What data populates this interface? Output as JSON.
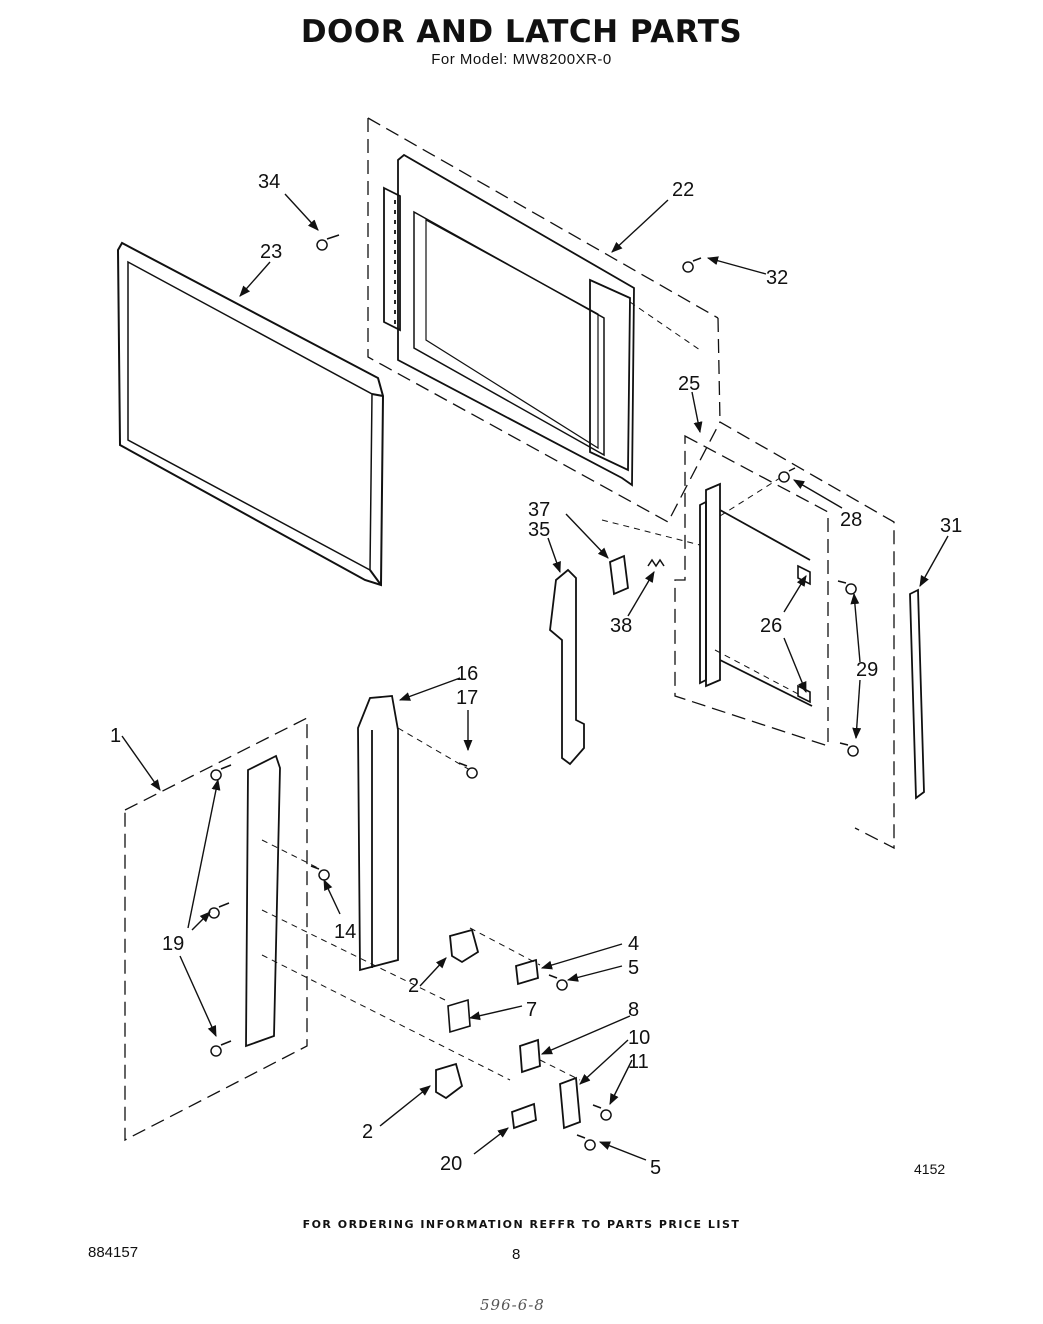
{
  "header": {
    "title": "DOOR AND LATCH PARTS",
    "subtitle": "For Model: MW8200XR-0"
  },
  "diagram": {
    "figure_number": "4152",
    "callouts": [
      "1",
      "2",
      "2",
      "4",
      "5",
      "5",
      "7",
      "8",
      "10",
      "11",
      "14",
      "16",
      "17",
      "19",
      "20",
      "22",
      "23",
      "25",
      "26",
      "28",
      "29",
      "31",
      "32",
      "34",
      "35",
      "37",
      "38"
    ]
  },
  "footer": {
    "ordering_note": "FOR ORDERING INFORMATION REFFR TO PARTS PRICE LIST",
    "doc_number": "884157",
    "page_number": "8",
    "handwritten_note": "596-6-8"
  }
}
